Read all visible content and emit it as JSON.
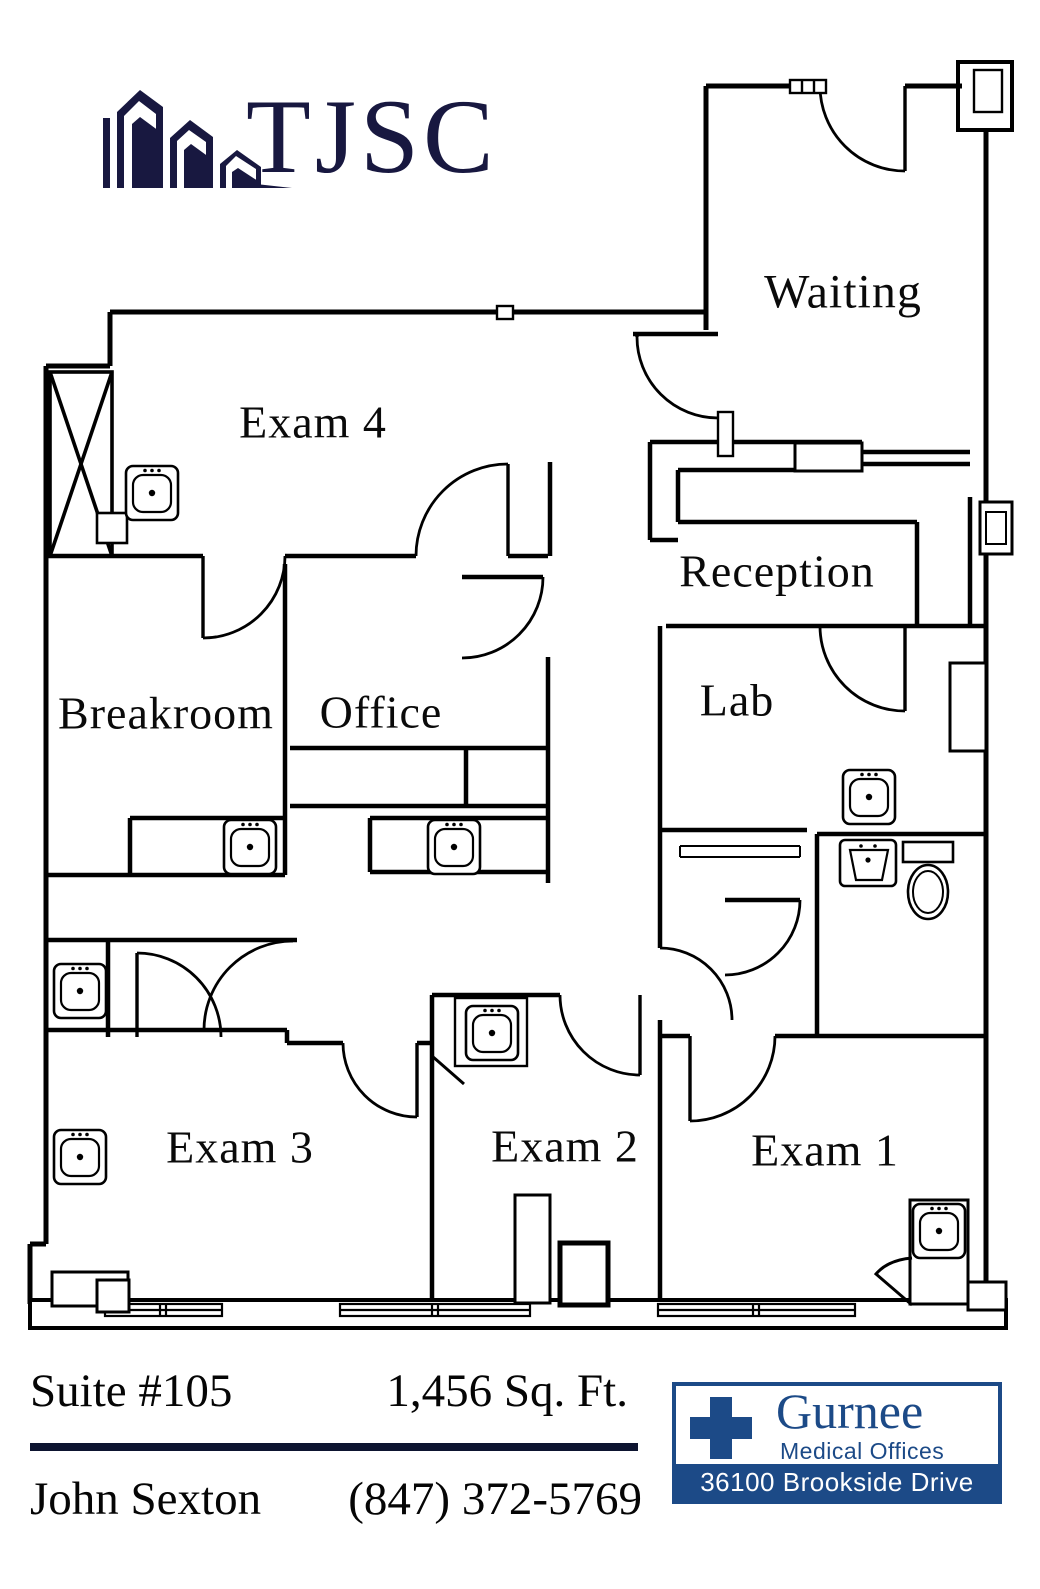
{
  "brand": {
    "logo_text": "TJSC",
    "color": "#181840"
  },
  "floor_plan": {
    "rooms": [
      {
        "name": "waiting",
        "label": "Waiting"
      },
      {
        "name": "exam-4",
        "label": "Exam 4"
      },
      {
        "name": "reception",
        "label": "Reception"
      },
      {
        "name": "breakroom",
        "label": "Breakroom"
      },
      {
        "name": "office",
        "label": "Office"
      },
      {
        "name": "lab",
        "label": "Lab"
      },
      {
        "name": "exam-3",
        "label": "Exam 3"
      },
      {
        "name": "exam-2",
        "label": "Exam 2"
      },
      {
        "name": "exam-1",
        "label": "Exam 1"
      }
    ],
    "fixture_icons": [
      "sink-icon",
      "toilet-icon",
      "basin-icon",
      "door-swing-arc",
      "window-glazing",
      "shaft-cross-box"
    ],
    "line_color": "#000000"
  },
  "footer": {
    "suite_label": "Suite #105",
    "area_label": "1,456 Sq. Ft.",
    "contact_name": "John Sexton",
    "contact_phone": "(847) 372-5769"
  },
  "building_badge": {
    "name": "Gurnee",
    "subtitle": "Medical Offices",
    "address": "36100 Brookside Drive",
    "accent_color": "#1c4a87"
  }
}
